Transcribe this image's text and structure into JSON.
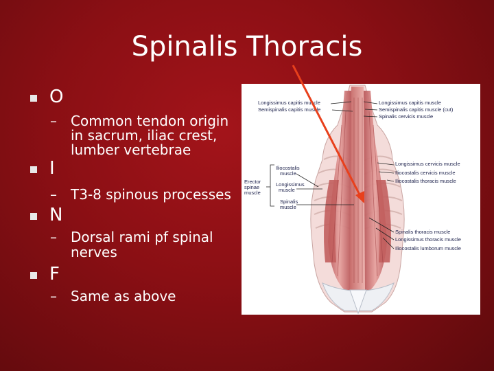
{
  "slide": {
    "title": "Spinalis Thoracis",
    "bullets": [
      {
        "head": "O",
        "sub": [
          "Common tendon origin",
          "in sacrum, iliac crest,",
          "lumber vertebrae"
        ]
      },
      {
        "head": "I",
        "sub": [
          "T3-8 spinous processes"
        ]
      },
      {
        "head": "N",
        "sub": [
          "Dorsal rami pf spinal",
          "nerves"
        ]
      },
      {
        "head": "F",
        "sub": [
          "Same as above"
        ]
      }
    ],
    "dash": "–",
    "marker_color": "#e8e8e8",
    "arrow_color": "#e8401c"
  },
  "figure": {
    "labels_left": {
      "longissimus_capitis": "Longissimus capitis muscle",
      "semispinalis_capitis": "Semispinalis capitis muscle",
      "iliocostalis": [
        "Iliocostalis",
        "muscle"
      ],
      "erector": [
        "Erector",
        "spinae",
        "muscle"
      ],
      "longissimus": [
        "Longissimus",
        "muscle"
      ],
      "spinalis": [
        "Spinalis",
        "muscle"
      ]
    },
    "labels_right": {
      "longissimus_capitis": "Longissimus capitis muscle",
      "semispinalis_capitis_cut": "Semispinalis capitis muscle (cut)",
      "spinalis_cervicis": "Spinalis cervicis muscle",
      "longissimus_cervicis": "Longissimus cervicis muscle",
      "iliocostalis_cervicis": "Iliocostalis cervicis muscle",
      "iliocostalis_thoracis": "Iliocostalis thoracis muscle",
      "spinalis_thoracis": "Spinalis thoracis muscle",
      "longissimus_thoracis": "Longissimus thoracis muscle",
      "iliocostalis_lumborum": "Iliocostalis lumborum muscle"
    }
  }
}
